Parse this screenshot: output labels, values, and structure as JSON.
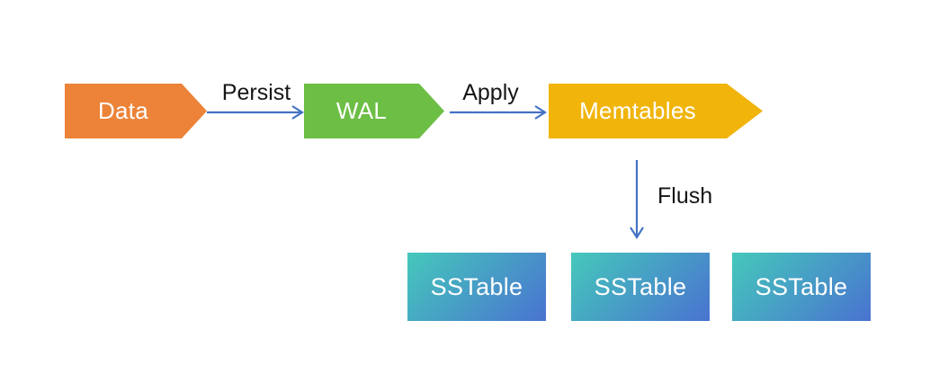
{
  "colors": {
    "canvas-bg": "#ffffff",
    "node-data-fill": "#EC8338",
    "node-wal-fill": "#6DBE45",
    "node-memtables-fill": "#F0B40B",
    "node-text": "#ffffff",
    "edge-label-text": "#161616",
    "arrow-stroke": "#4472C4",
    "sstable-gradient-from": "#45C8BB",
    "sstable-gradient-to": "#4973D0"
  },
  "diagram": {
    "nodes": {
      "data": {
        "label": "Data"
      },
      "wal": {
        "label": "WAL"
      },
      "memtables": {
        "label": "Memtables"
      },
      "sstables": [
        {
          "label": "SSTable"
        },
        {
          "label": "SSTable"
        },
        {
          "label": "SSTable"
        }
      ]
    },
    "edges": {
      "persist": {
        "label": "Persist"
      },
      "apply": {
        "label": "Apply"
      },
      "flush": {
        "label": "Flush"
      }
    }
  }
}
